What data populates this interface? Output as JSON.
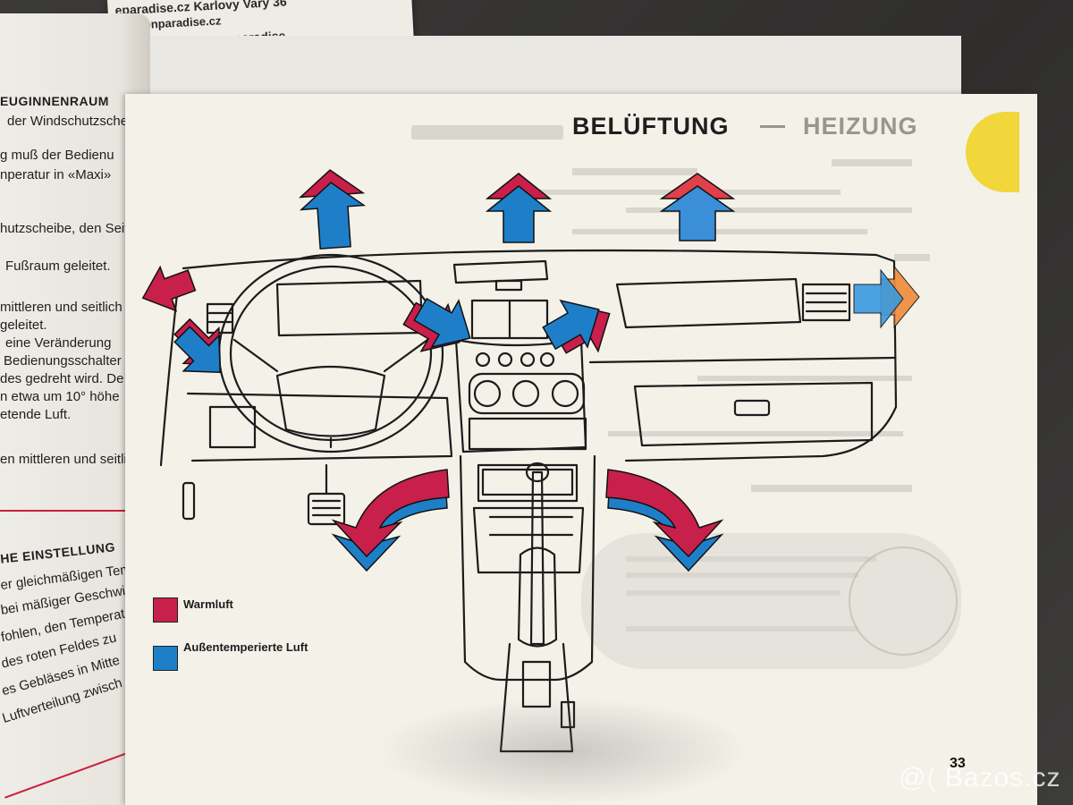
{
  "photo": {
    "brochure": {
      "lines": [
        "eparadise.cz  Karlovy Vary 36",
        "enparadise.cz",
        "hotel.green.paradise"
      ]
    },
    "left_page": {
      "lines": [
        {
          "text": "EUGINNENRAUM",
          "head": true
        },
        {
          "text": "der Windschutzsche",
          "head": false
        },
        {
          "text": "g muß der Bedienu",
          "head": false
        },
        {
          "text": "nperatur in «Maxi»",
          "head": false
        },
        {
          "text": "hutzscheibe, den Seit",
          "head": false
        },
        {
          "text": "Fußraum geleitet.",
          "head": false
        },
        {
          "text": "mittleren und seitlich",
          "head": false
        },
        {
          "text": "geleitet.",
          "head": false
        },
        {
          "text": "eine Veränderung",
          "head": false
        },
        {
          "text": "Bedienungsschalter",
          "head": false
        },
        {
          "text": "des gedreht wird. De",
          "head": false
        },
        {
          "text": "n etwa um 10° höhe",
          "head": false
        },
        {
          "text": "etende Luft.",
          "head": false
        },
        {
          "text": "en mittleren und seitlich",
          "head": false
        },
        {
          "text": "HE EINSTELLUNG",
          "head": true
        },
        {
          "text": "er gleichmäßigen Tem",
          "head": false
        },
        {
          "text": "bei mäßiger Geschwi",
          "head": false
        },
        {
          "text": "fohlen, den Temperat",
          "head": false
        },
        {
          "text": "des roten Feldes zu",
          "head": false
        },
        {
          "text": "es Gebläses in Mitte",
          "head": false
        },
        {
          "text": "Luftverteilung zwisch",
          "head": false
        }
      ]
    },
    "page": {
      "title_main": "BELÜFTUNG",
      "title_second": "HEIZUNG",
      "legend": [
        {
          "label": "Warmluft",
          "color": "#c8204a"
        },
        {
          "label": "Außentemperierte Luft",
          "color": "#1e7fc8"
        }
      ],
      "page_number": "33"
    },
    "watermark": {
      "symbol": "@(",
      "text": "Bazos.cz"
    },
    "colors": {
      "warm": "#c8204a",
      "outside": "#1e7fc8",
      "orange": "#f08a3c",
      "paper": "#f3f1e8",
      "yellow_tab": "#f1d63c"
    }
  }
}
